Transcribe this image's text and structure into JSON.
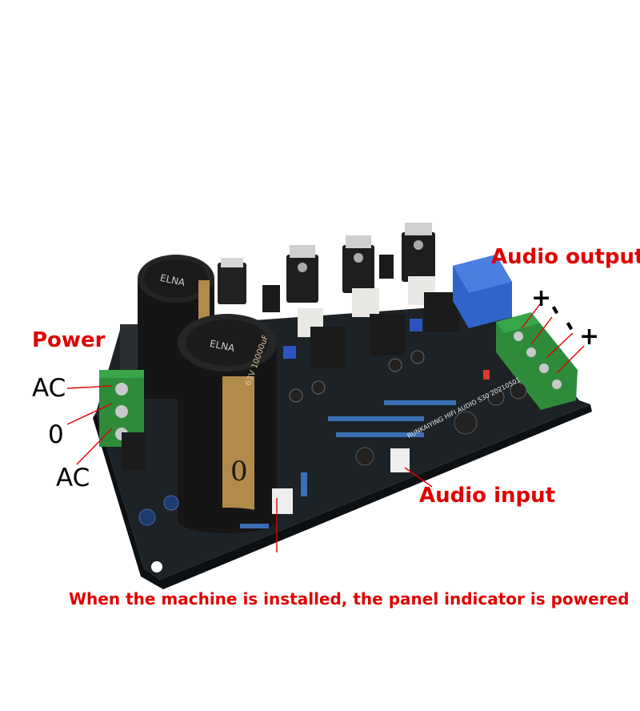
{
  "labels": {
    "power": "Power",
    "ac_top": "AC",
    "zero": "0",
    "ac_bottom": "AC",
    "audio_output": "Audio output",
    "audio_input": "Audio input",
    "caption": "When the machine is installed, the panel indicator is powered"
  },
  "output_polarity": {
    "left_plus": "+",
    "left_minus": "-",
    "right_minus": "-",
    "right_plus": "+"
  },
  "board_text": {
    "silkscreen": "RUNKAIYING HIFI AUDIO S30 20210501"
  },
  "capacitor_text": {
    "left_brand": "ELNA",
    "right_brand": "ELNA",
    "right_rating": "63V 10000uF",
    "right_mark": "0"
  },
  "colors": {
    "label_red": "#e00000",
    "pcb": "#1d2226",
    "terminal_green": "#2e8b3a",
    "capacitor_black": "#151515",
    "capacitor_gold": "#b28a4a",
    "relay_blue": "#2f64c8",
    "trimmer_blue": "#2c55c0"
  }
}
